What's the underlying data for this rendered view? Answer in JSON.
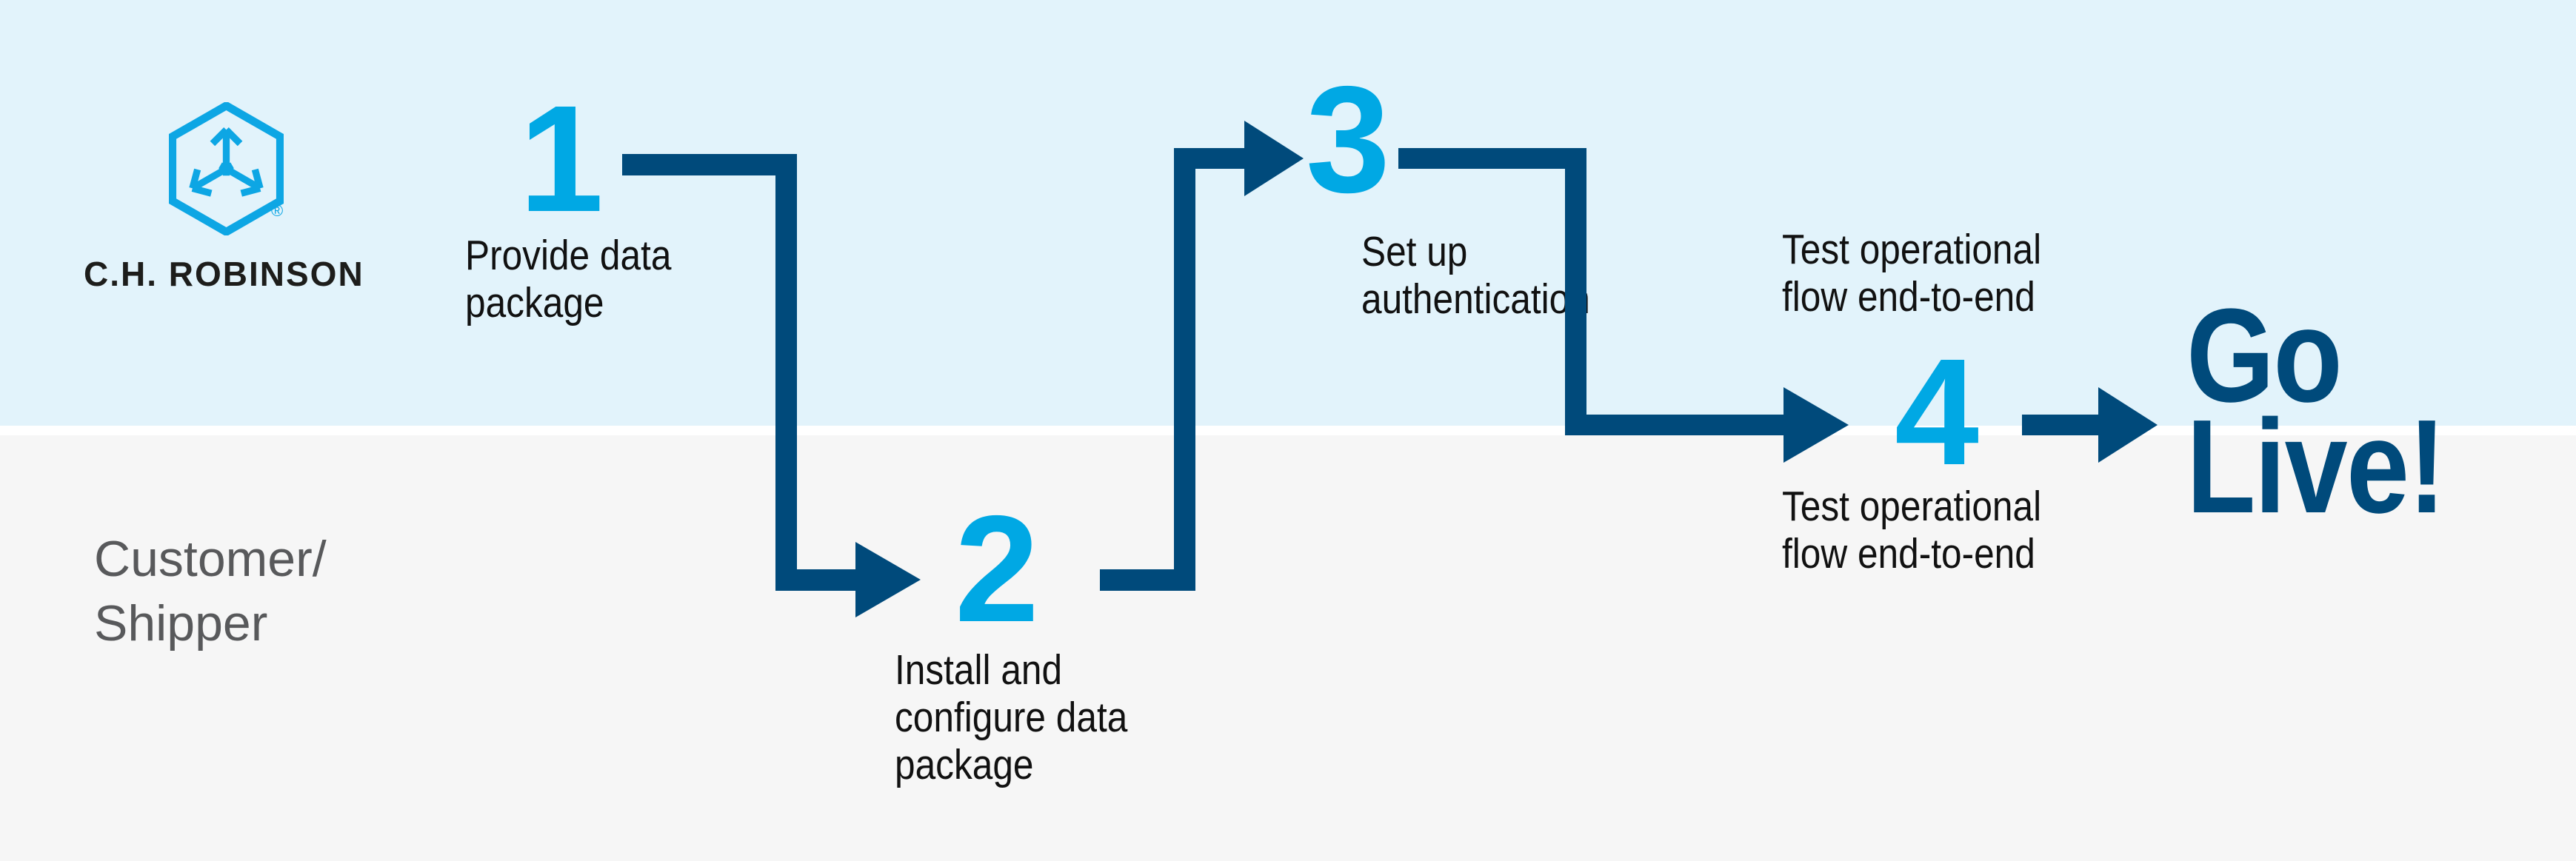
{
  "colors": {
    "navy": "#004A7B",
    "bright_blue": "#00A8E4",
    "logo_blue": "#0DA6E4",
    "band_blue": "#E2F3FB",
    "band_gray": "#F6F6F6",
    "divider_white": "#FFFFFF",
    "label_black": "#111111",
    "lane_gray": "#58595B",
    "logo_text_black": "#1D1D1B"
  },
  "brand": {
    "wordmark": "C.H. ROBINSON",
    "registered_mark": "®",
    "icon": "hexagon-arrows-icon"
  },
  "lanes": {
    "bottom_lines": [
      "Customer/",
      "Shipper"
    ]
  },
  "steps": [
    {
      "number": "1",
      "label_lines": [
        "Provide data",
        "package"
      ]
    },
    {
      "number": "2",
      "label_lines": [
        "Install and",
        "configure data",
        "package"
      ]
    },
    {
      "number": "3",
      "label_lines": [
        "Set up",
        "authentication"
      ]
    },
    {
      "number": "4",
      "label_above_lines": [
        "Test operational",
        "flow end-to-end"
      ],
      "label_below_lines": [
        "Test operational",
        "flow end-to-end"
      ]
    }
  ],
  "goal": {
    "lines": [
      "Go",
      "Live!"
    ]
  }
}
